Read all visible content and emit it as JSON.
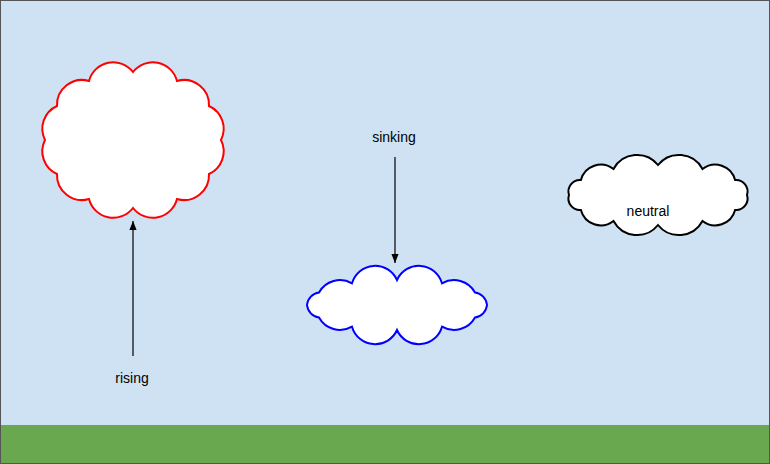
{
  "diagram": {
    "nodes": [
      {
        "text": [
          "neutral"
        ]
      }
    ],
    "labels": [
      "rising",
      "sinking"
    ]
  }
}
